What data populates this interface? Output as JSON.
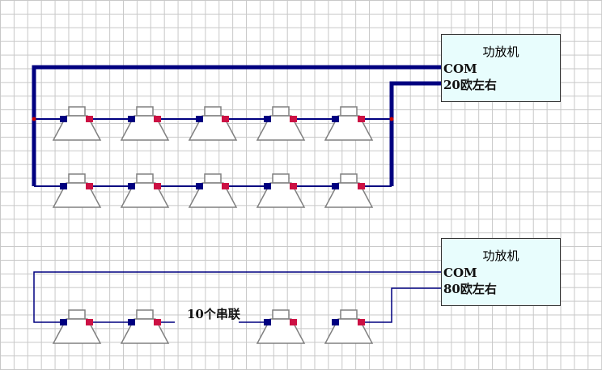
{
  "amplifier_top": {
    "title": "功放机",
    "terminal_com": "COM",
    "terminal_load": "20欧左右"
  },
  "amplifier_bottom": {
    "title": "功放机",
    "terminal_com": "COM",
    "terminal_load": "80欧左右"
  },
  "series_note": "10个串联",
  "colors": {
    "wire": "#000080",
    "speaker_body": "#808080",
    "terminal_negative": "#000080",
    "terminal_positive": "#cc1144",
    "junction": "#cc0000",
    "amp_fill": "#e8fdfd"
  }
}
